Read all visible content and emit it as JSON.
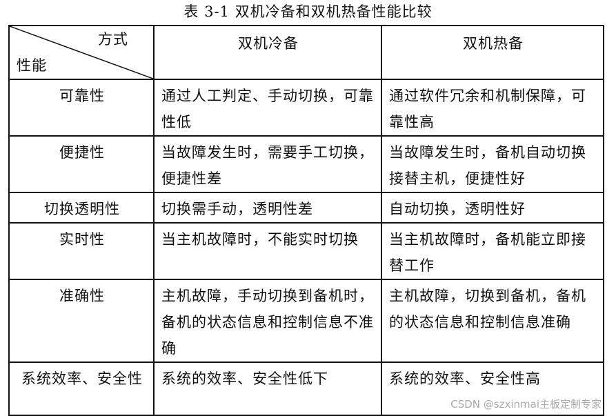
{
  "title": "表 3-1   双机冷备和双机热备性能比较",
  "header": {
    "diag_top": "方式",
    "diag_bottom": "性能",
    "col2": "双机冷备",
    "col3": "双机热备"
  },
  "rows": [
    {
      "name": "可靠性",
      "cold": "通过人工判定、手动切换，可靠性低",
      "hot": "通过软件冗余和机制保障，可靠性高"
    },
    {
      "name": "便捷性",
      "cold": "当故障发生时，需要手工切换，便捷性差",
      "hot": "当故障发生时，备机自动切换接替主机，便捷性好"
    },
    {
      "name": "切换透明性",
      "cold": "切换需手动，透明性差",
      "hot": "自动切换，透明性好"
    },
    {
      "name": "实时性",
      "cold": "当主机故障时，不能实时切换",
      "hot": "当主机故障时，备机能立即接替工作"
    },
    {
      "name": "准确性",
      "cold": "主机故障，手动切换到备机时，备机的状态信息和控制信息不准确",
      "hot": "主机故障，切换到备机，备机的状态信息和控制信息准确"
    },
    {
      "name": "系统效率、安全性",
      "cold": "系统的效率、安全性低下",
      "hot": "系统的效率、安全性高"
    }
  ],
  "watermark": "CSDN @szxinmai主板定制专家"
}
